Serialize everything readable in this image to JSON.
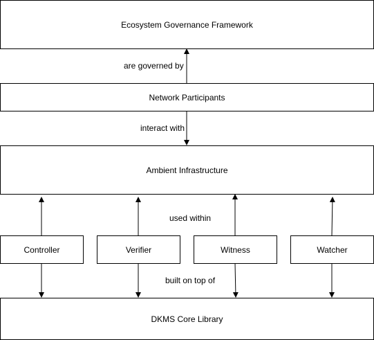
{
  "nodes": {
    "ecosystem": "Ecosystem Governance Framework",
    "participants": "Network Participants",
    "ambient": "Ambient Infrastructure",
    "controller": "Controller",
    "verifier": "Verifier",
    "witness": "Witness",
    "watcher": "Watcher",
    "core_library": "DKMS Core Library"
  },
  "edges": {
    "governed_by": "are governed by",
    "interact_with": "interact with",
    "used_within": "used within",
    "built_on_top_of": "built on top of"
  },
  "colors": {
    "stroke": "#000000",
    "fill": "#ffffff",
    "text": "#000000"
  }
}
